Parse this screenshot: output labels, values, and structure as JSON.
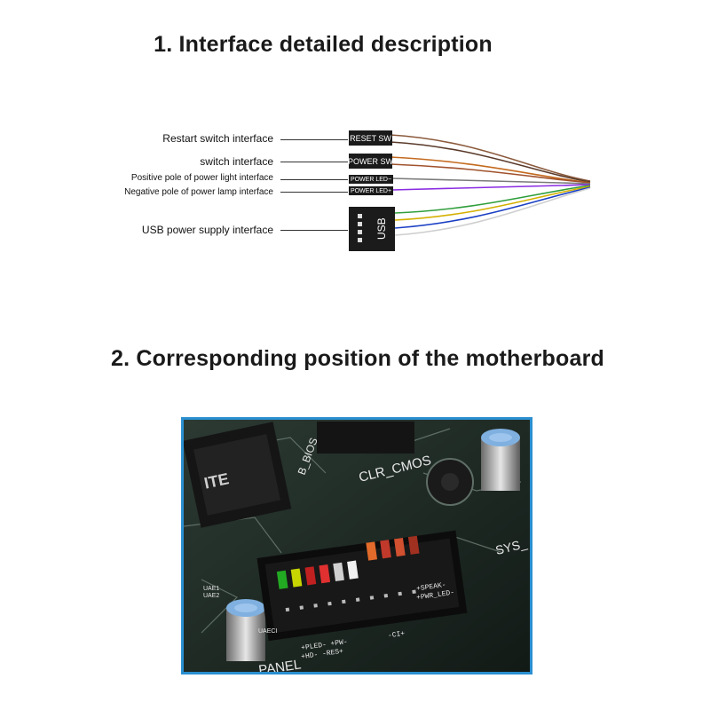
{
  "section1": {
    "title": "1. Interface detailed description",
    "labels": {
      "restart": "Restart switch interface",
      "switch": "switch interface",
      "pos_led": "Positive pole of power light interface",
      "neg_led": "Negative pole of power lamp interface",
      "usb": "USB power supply interface"
    },
    "connectors": {
      "reset": "RESET SW",
      "power": "POWER SW",
      "led_minus": "POWER LED−",
      "led_plus": "POWER LED+",
      "usb": "USB"
    },
    "wire_colors": {
      "reset": [
        "#8b5a3c",
        "#5a3a2a"
      ],
      "power": [
        "#c46a1e",
        "#a0522d"
      ],
      "led": [
        "#7a7a7a",
        "#8a2be2"
      ],
      "usb": [
        "#2e9e3a",
        "#d4b000",
        "#1a3fc4",
        "#cfcfcf"
      ]
    }
  },
  "section2": {
    "title": "2. Corresponding position of the motherboard",
    "board_text": {
      "clr_cmos": "CLR_CMOS",
      "bios": "B_BIOS",
      "sys": "SYS_",
      "panel": "PANEL",
      "pled": "+PLED- +PW-",
      "hd": "+HD- -RES+",
      "ci": "-CI+",
      "speak": "+SPEAK-",
      "pwr_led": "+PWR_LED-",
      "uaeci": "UAECI",
      "uae1": "UAE1",
      "uae2": "UAE2"
    },
    "border_color": "#2a8fd0"
  }
}
